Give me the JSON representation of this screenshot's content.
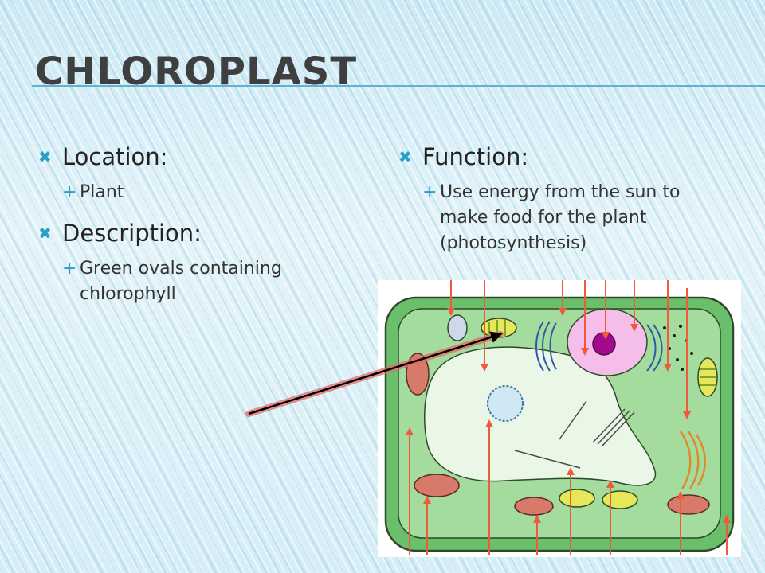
{
  "slide": {
    "title": "Chloroplast",
    "left_column": [
      {
        "heading": "Location:",
        "items": [
          "Plant"
        ]
      },
      {
        "heading": "Description:",
        "items": [
          "Green ovals containing chlorophyll"
        ]
      }
    ],
    "right_column": [
      {
        "heading": "Function:",
        "items": [
          "Use energy from the sun to make food for the plant (photosynthesis)"
        ]
      }
    ]
  },
  "icons": {
    "level1_bullet": "cross-bullet-icon",
    "level2_bullet": "plus-bullet-icon"
  },
  "colors": {
    "accent": "#2aa0c6",
    "title": "#3f3f3f",
    "cell_wall": "#6cbf6a",
    "cytoplasm": "#9fd89a",
    "vacuole": "#e9f5e4",
    "nucleus": "#f2b6e6",
    "nucleolus": "#a30a8c",
    "label_arrow": "#ee5a3a",
    "pointer_arrow": "#000000"
  }
}
